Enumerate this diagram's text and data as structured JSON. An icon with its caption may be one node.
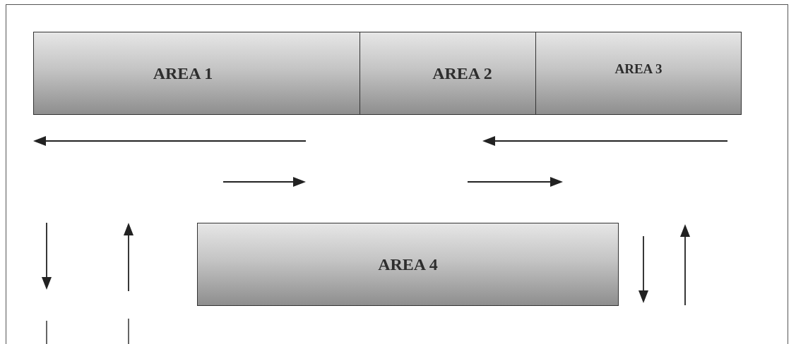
{
  "diagram": {
    "nodes": [
      {
        "text": [
          "AREA 1"
        ]
      },
      {
        "text": [
          "AREA 2"
        ]
      },
      {
        "text": [
          "AREA 3"
        ]
      },
      {
        "text": [
          "AREA 4"
        ]
      }
    ]
  }
}
